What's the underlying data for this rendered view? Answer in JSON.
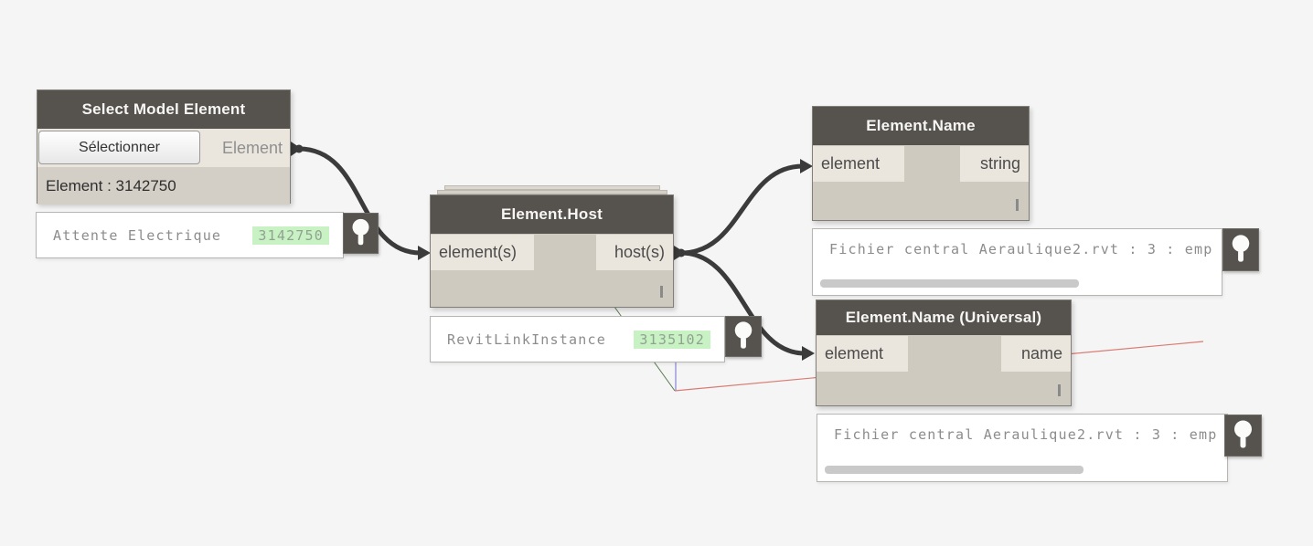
{
  "colors": {
    "canvas": "#f5f5f5",
    "node_header": "#56534e",
    "node_body": "#cfcac0",
    "port_chip": "#eae6de",
    "wire": "#3b3b3b",
    "id_highlight": "#c9f2c4",
    "axis_red": "#d97b74",
    "axis_green": "#5a7a52",
    "axis_blue": "#8585d6"
  },
  "nodes": {
    "select": {
      "title": "Select Model Element",
      "button_label": "Sélectionner",
      "output_port": "Element",
      "status": "Element : 3142750"
    },
    "host": {
      "title": "Element.Host",
      "input_port": "element(s)",
      "output_port": "host(s)",
      "state_glyph": "I"
    },
    "name": {
      "title": "Element.Name",
      "input_port": "element",
      "output_port": "string",
      "state_glyph": "I"
    },
    "name_universal": {
      "title": "Element.Name (Universal)",
      "input_port": "element",
      "output_port": "name",
      "state_glyph": "I"
    }
  },
  "bubbles": {
    "attente": {
      "label": "Attente Electrique",
      "id": "3142750"
    },
    "revitlink": {
      "label": "RevitLinkInstance",
      "id": "3135102"
    },
    "fichier1": {
      "label": "Fichier central Aeraulique2.rvt : 3 : emp"
    },
    "fichier2": {
      "label": "Fichier central Aeraulique2.rvt : 3 : emp"
    }
  },
  "icons": {
    "pin": "map-pin-icon"
  }
}
